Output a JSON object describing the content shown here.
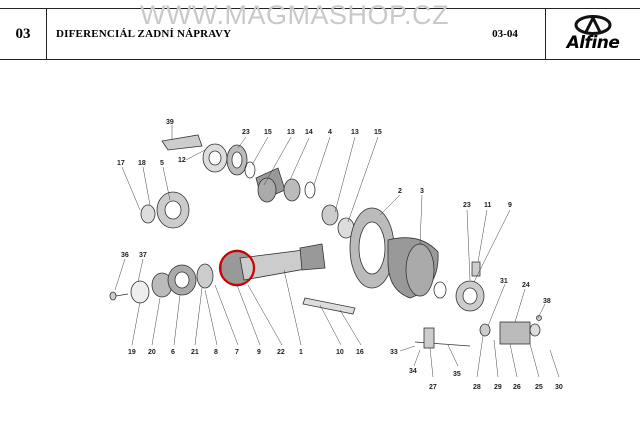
{
  "header": {
    "section": "03",
    "title": "DIFERENCIÁL ZADNÍ NÁPRAVY",
    "code": "03-04",
    "logo_text": "Alfine"
  },
  "watermark": "WWW.MAGMASHOP.CZ",
  "parts": [
    "39",
    "12",
    "23",
    "15",
    "13",
    "14",
    "4",
    "13",
    "15",
    "17",
    "18",
    "5",
    "2",
    "3",
    "23",
    "11",
    "9",
    "36",
    "37",
    "31",
    "24",
    "38",
    "19",
    "20",
    "6",
    "21",
    "8",
    "7",
    "9",
    "22",
    "1",
    "10",
    "16",
    "33",
    "34",
    "35",
    "27",
    "28",
    "29",
    "26",
    "25",
    "30"
  ]
}
